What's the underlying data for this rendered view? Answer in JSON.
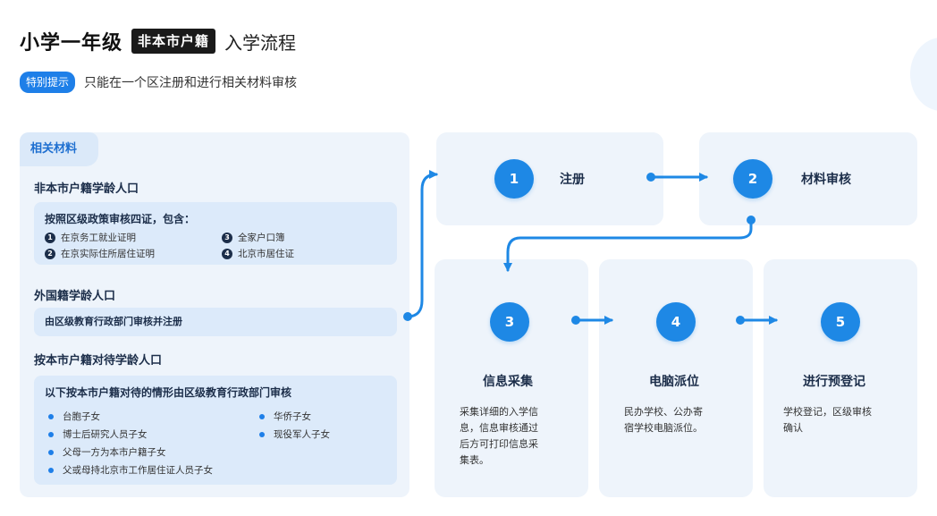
{
  "header": {
    "title_main": "小学一年级",
    "title_tag": "非本市户籍",
    "title_sub": "入学流程",
    "notice_badge": "特别提示",
    "notice_text": "只能在一个区注册和进行相关材料审核"
  },
  "materials": {
    "tab_label": "相关材料",
    "groups": [
      {
        "title": "非本市户籍学龄人口",
        "box_title": "按照区级政策审核四证，包含：",
        "items": [
          {
            "num": "1",
            "text": "在京务工就业证明"
          },
          {
            "num": "3",
            "text": "全家户口簿"
          },
          {
            "num": "2",
            "text": "在京实际住所居住证明"
          },
          {
            "num": "4",
            "text": "北京市居住证"
          }
        ]
      },
      {
        "title": "外国籍学龄人口",
        "box_text": "由区级教育行政部门审核并注册"
      },
      {
        "title": "按本市户籍对待学龄人口",
        "box_title": "以下按本市户籍对待的情形由区级教育行政部门审核",
        "items": [
          {
            "text": "台胞子女"
          },
          {
            "text": "华侨子女"
          },
          {
            "text": "博士后研究人员子女"
          },
          {
            "text": "现役军人子女"
          },
          {
            "text": "父母一方为本市户籍子女"
          },
          {
            "text": "父或母持北京市工作居住证人员子女"
          }
        ]
      }
    ]
  },
  "steps": [
    {
      "num": "1",
      "label": "注册"
    },
    {
      "num": "2",
      "label": "材料审核"
    },
    {
      "num": "3",
      "label": "信息采集",
      "desc": [
        "采集详细的入学信",
        "息，信息审核通过",
        "后方可打印信息采",
        "集表。"
      ]
    },
    {
      "num": "4",
      "label": "电脑派位",
      "desc": [
        "民办学校、公办寄",
        "宿学校电脑派位。"
      ]
    },
    {
      "num": "5",
      "label": "进行预登记",
      "desc": [
        "学校登记，区级审核",
        "确认"
      ]
    }
  ],
  "colors": {
    "accent": "#1e88e5",
    "card_bg": "#eef4fb",
    "box_bg": "#dceafa",
    "dark_text": "#1c2e4a"
  }
}
